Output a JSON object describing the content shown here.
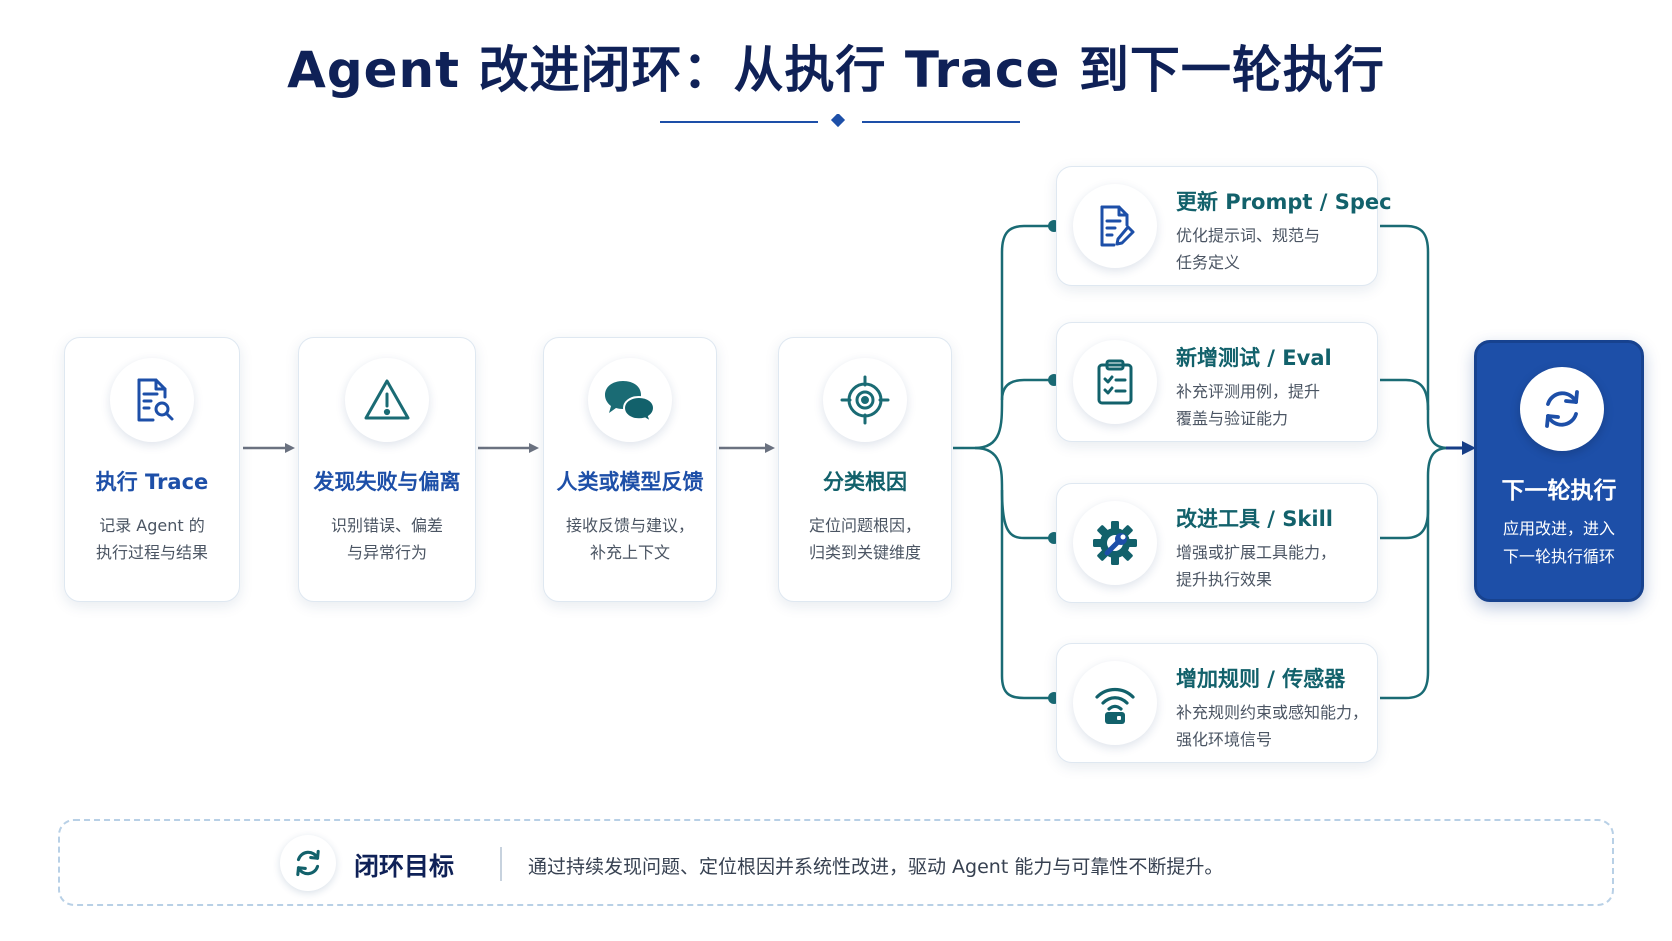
{
  "title": "Agent 改进闭环：从执行 Trace 到下一轮执行",
  "steps": [
    {
      "title": "执行 Trace",
      "icon": "document-search-icon",
      "color": "#1d4fa8",
      "desc": [
        "记录 Agent 的",
        "执行过程与结果"
      ]
    },
    {
      "title": "发现失败与偏离",
      "icon": "warning-triangle-icon",
      "color": "#1d4fa8",
      "desc": [
        "识别错误、偏差",
        "与异常行为"
      ]
    },
    {
      "title": "人类或模型反馈",
      "icon": "chat-bubbles-icon",
      "color": "#1d4fa8",
      "desc": [
        "接收反馈与建议，",
        "补充上下文"
      ]
    },
    {
      "title": "分类根因",
      "icon": "target-crosshair-icon",
      "color": "#12616b",
      "desc": [
        "定位问题根因，",
        "归类到关键维度"
      ]
    }
  ],
  "actions": [
    {
      "title": "更新 Prompt / Spec",
      "icon": "document-edit-icon",
      "desc": [
        "优化提示词、规范与",
        "任务定义"
      ]
    },
    {
      "title": "新增测试 / Eval",
      "icon": "clipboard-checklist-icon",
      "desc": [
        "补充评测用例，提升",
        "覆盖与验证能力"
      ]
    },
    {
      "title": "改进工具 / Skill",
      "icon": "gear-wrench-icon",
      "desc": [
        "增强或扩展工具能力，",
        "提升执行效果"
      ]
    },
    {
      "title": "增加规则 / 传感器",
      "icon": "wifi-sensor-icon",
      "desc": [
        "补充规则约束或感知能力，",
        "强化环境信号"
      ]
    }
  ],
  "final": {
    "title": "下一轮执行",
    "icon": "refresh-cycle-icon",
    "desc": [
      "应用改进，进入",
      "下一轮执行循环"
    ]
  },
  "goal": {
    "icon": "refresh-cycle-icon",
    "label": "闭环目标",
    "text": "通过持续发现问题、定位根因并系统性改进，驱动 Agent 能力与可靠性不断提升。"
  },
  "colors": {
    "navy": "#0f2157",
    "blue": "#1d4fa8",
    "teal": "#12616b",
    "arrow_gray": "#6b7280",
    "final_bg": "#1d4fa8"
  }
}
